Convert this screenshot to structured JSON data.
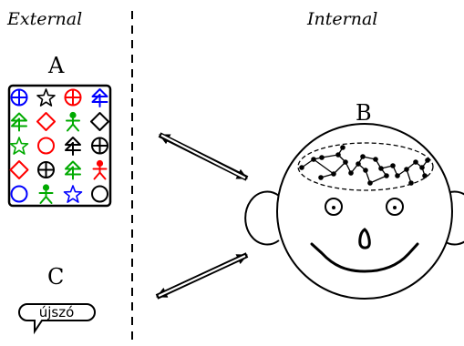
{
  "labels": {
    "external": "External",
    "internal": "Internal",
    "a": "A",
    "b": "B",
    "c": "C",
    "bubble_word": "újszó"
  },
  "grid": {
    "rows": [
      [
        {
          "shape": "circle-plus",
          "color": "#0000ff"
        },
        {
          "shape": "star",
          "color": "#000000"
        },
        {
          "shape": "circle-plus",
          "color": "#ff0000"
        },
        {
          "shape": "tree",
          "color": "#0000ff"
        }
      ],
      [
        {
          "shape": "tree",
          "color": "#00aa00"
        },
        {
          "shape": "diamond",
          "color": "#ff0000"
        },
        {
          "shape": "person",
          "color": "#00aa00"
        },
        {
          "shape": "diamond",
          "color": "#000000"
        }
      ],
      [
        {
          "shape": "star",
          "color": "#00aa00"
        },
        {
          "shape": "circle",
          "color": "#ff0000"
        },
        {
          "shape": "tree",
          "color": "#000000"
        },
        {
          "shape": "circle-plus",
          "color": "#000000"
        }
      ],
      [
        {
          "shape": "diamond",
          "color": "#ff0000"
        },
        {
          "shape": "circle-plus",
          "color": "#000000"
        },
        {
          "shape": "tree",
          "color": "#00aa00"
        },
        {
          "shape": "person",
          "color": "#ff0000"
        }
      ],
      [
        {
          "shape": "circle",
          "color": "#0000ff"
        },
        {
          "shape": "person",
          "color": "#00aa00"
        },
        {
          "shape": "star",
          "color": "#0000ff"
        },
        {
          "shape": "circle",
          "color": "#000000"
        }
      ]
    ]
  }
}
